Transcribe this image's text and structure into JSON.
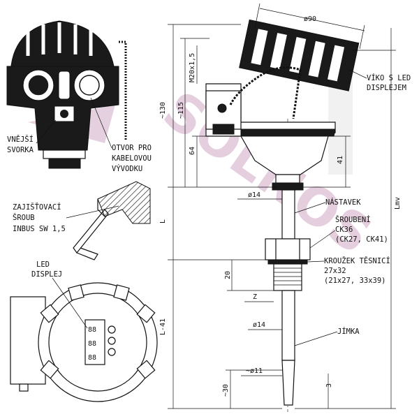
{
  "watermark": "SOLNOS",
  "colors": {
    "line": "#111111",
    "body": "#1a1a1a",
    "watermark": "#d0a9c6"
  },
  "labels": {
    "vnejsi_svorka": [
      "VNĚJŠÍ",
      "SVORKA"
    ],
    "otvor": [
      "OTVOR PRO",
      "KABELOVOU",
      "VÝVODKU"
    ],
    "zajistovaci": [
      "ZAJIŠŤOVACÍ",
      "ŠROUB",
      "INBUS SW 1,5"
    ],
    "led_displej": [
      "LED",
      "DISPLEJ"
    ],
    "viko": [
      "VÍKO S LED",
      "DISPLEJEM"
    ],
    "nastavek": "NÁSTAVEK",
    "sroubeni": [
      "ŠROUBENÍ",
      "CK36",
      "(CK27, CK41)"
    ],
    "kruzek": [
      "KROUŽEK TĚSNICÍ",
      "27x32",
      "(21x27, 33x39)"
    ],
    "jimka": "JÍMKA"
  },
  "dimensions": {
    "d90": "ø90",
    "m20": "M20x1,5",
    "h130": "~130",
    "h115": "~115",
    "h64": "64",
    "h41": "41",
    "d14a": "ø14",
    "l": "L",
    "lmv": "Lmv",
    "h20": "20",
    "z": "Z",
    "d14b": "ø14",
    "l1": "L-41",
    "d11": "~ø11",
    "h30": "~30",
    "h3": "3"
  },
  "display_digits": [
    "88",
    "88",
    "88"
  ]
}
